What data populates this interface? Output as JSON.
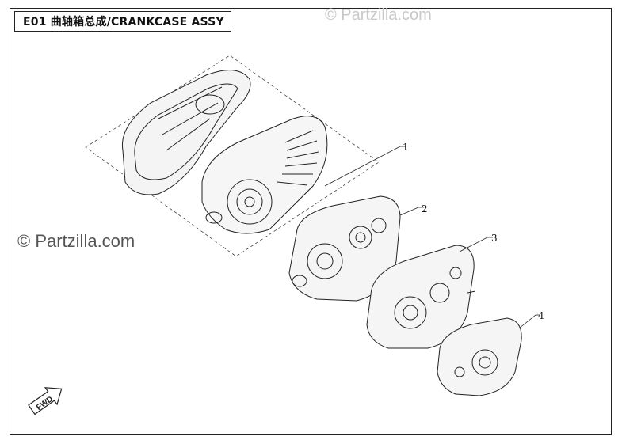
{
  "title": "E01 曲轴箱总成/CRANKCASE ASSY",
  "watermarks": {
    "top": "© Partzilla.com",
    "left": "© Partzilla.com"
  },
  "fwd_label": "FWD",
  "callouts": [
    "1",
    "2",
    "3",
    "4"
  ],
  "icons": [
    "fwd-arrow-icon"
  ]
}
